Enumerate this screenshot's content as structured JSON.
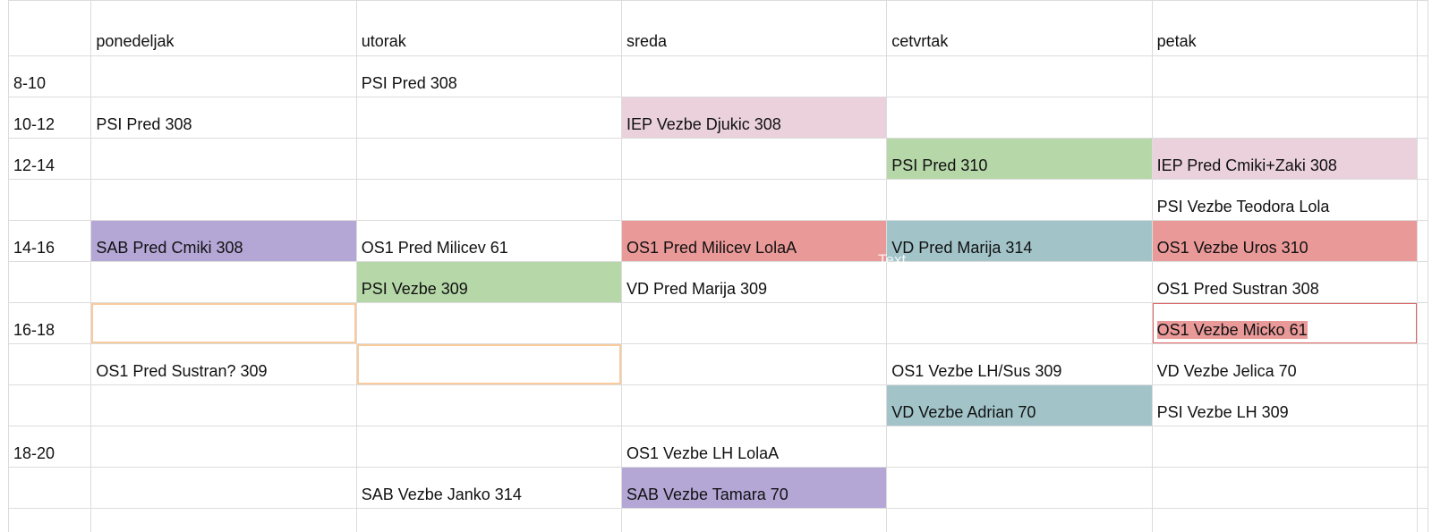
{
  "days": [
    "ponedeljak",
    "utorak",
    "sreda",
    "cetvrtak",
    "petak"
  ],
  "colors": {
    "pink": "#ead1dc",
    "green": "#b6d7a8",
    "purple": "#b4a7d6",
    "red": "#ea9999",
    "teal": "#a2c4c9",
    "peach_outline": "#f9cb9c",
    "red_outline": "#e06666"
  },
  "rows": [
    {
      "time": "8-10",
      "cells": [
        "",
        "PSI Pred 308",
        "",
        "",
        ""
      ]
    },
    {
      "time": "10-12",
      "cells": [
        "PSI Pred 308",
        "",
        "IEP Vezbe Djukic 308",
        "",
        ""
      ]
    },
    {
      "time": "12-14",
      "cells": [
        "",
        "",
        "",
        "PSI Pred 310",
        "IEP Pred Cmiki+Zaki 308"
      ]
    },
    {
      "time": "",
      "cells": [
        "",
        "",
        "",
        "",
        "PSI Vezbe Teodora Lola"
      ]
    },
    {
      "time": "14-16",
      "cells": [
        "SAB Pred Cmiki 308",
        "OS1 Pred Milicev 61",
        "OS1 Pred Milicev LolaA",
        "VD Pred Marija 314",
        "OS1 Vezbe Uros 310"
      ]
    },
    {
      "time": "",
      "cells": [
        "",
        "PSI Vezbe 309",
        "VD Pred Marija 309",
        "",
        "OS1 Pred Sustran 308"
      ]
    },
    {
      "time": "16-18",
      "cells": [
        "",
        "",
        "",
        "",
        "OS1 Vezbe Micko 61"
      ]
    },
    {
      "time": "",
      "cells": [
        "OS1 Pred Sustran? 309",
        "",
        "",
        "OS1 Vezbe LH/Sus 309",
        "VD Vezbe Jelica 70"
      ]
    },
    {
      "time": "",
      "cells": [
        "",
        "",
        "",
        "VD Vezbe Adrian 70",
        "PSI Vezbe LH 309"
      ]
    },
    {
      "time": "18-20",
      "cells": [
        "",
        "",
        "OS1 Vezbe LH LolaA",
        "",
        ""
      ]
    },
    {
      "time": "",
      "cells": [
        "",
        "SAB Vezbe Janko 314",
        "SAB Vezbe Tamara 70",
        "",
        ""
      ]
    }
  ],
  "overlay_text": "Text"
}
